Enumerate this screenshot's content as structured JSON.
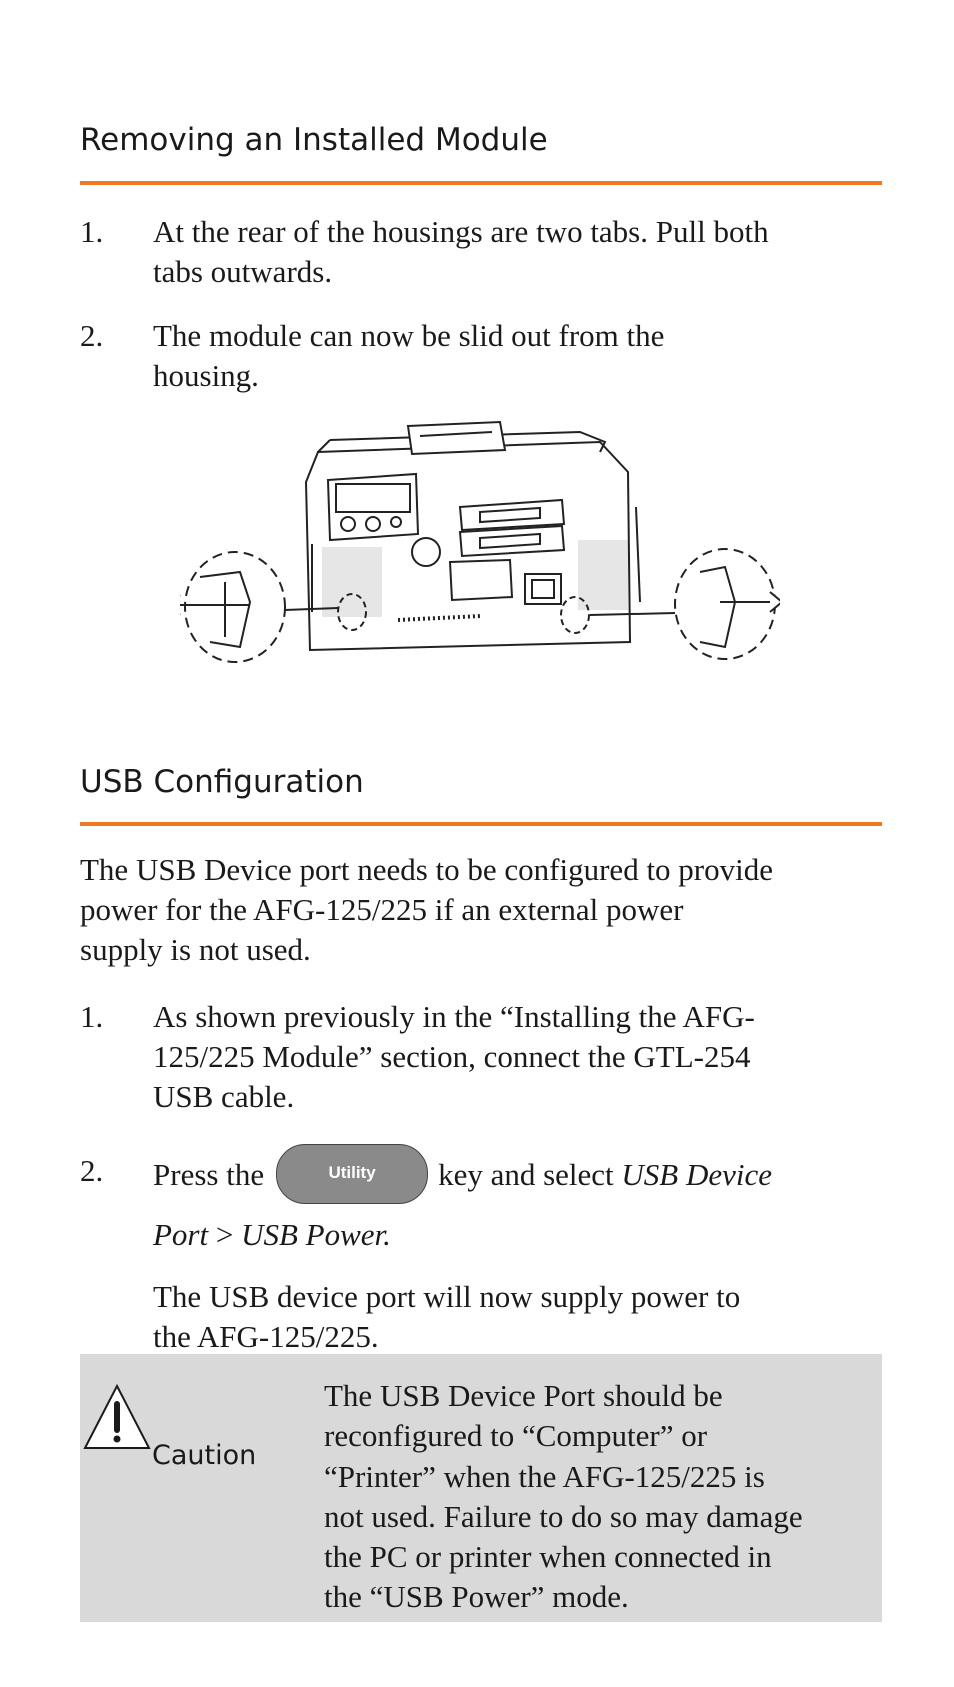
{
  "section1": {
    "heading": "Removing an Installed Module",
    "steps": [
      {
        "num": "1.",
        "text_line1": "At the rear of the housings are two tabs. Pull both",
        "text_line2": "tabs outwards."
      },
      {
        "num": "2.",
        "text_line1": "The module can now be slid out from the",
        "text_line2": "housing."
      }
    ]
  },
  "section2": {
    "heading": "USB Configuration",
    "intro_lines": [
      "The USB Device port needs to be configured to provide",
      "power for the AFG-125/225 if an external power",
      "supply is not used."
    ],
    "step1": {
      "num": "1.",
      "lines": [
        "As shown previously in the “Installing the AFG-",
        "125/225 Module” section, connect the GTL-254",
        "USB cable."
      ]
    },
    "step2": {
      "num": "2.",
      "press_the": "Press the",
      "key_label": "Utility",
      "key_and_select": "key and select",
      "menu_path_1": "USB Device",
      "menu_path_2": "Port",
      "separator": " > ",
      "menu_path_3": "USB Power."
    },
    "result_lines": [
      "The USB device port will now supply power to",
      "the AFG-125/225."
    ]
  },
  "caution": {
    "label": "Caution",
    "lines": [
      "The USB Device Port should be",
      "reconfigured to “Computer” or",
      "“Printer” when the AFG-125/225 is",
      "not used. Failure to do so may damage",
      "the PC or printer when connected in",
      "the “USB Power” mode."
    ]
  },
  "colors": {
    "rule": "#f07a22",
    "caution_bg": "#d9d9d9",
    "key_bg": "#8a8a8a"
  },
  "icons": [
    "warning-triangle-icon",
    "oscilloscope-rear-illustration"
  ]
}
